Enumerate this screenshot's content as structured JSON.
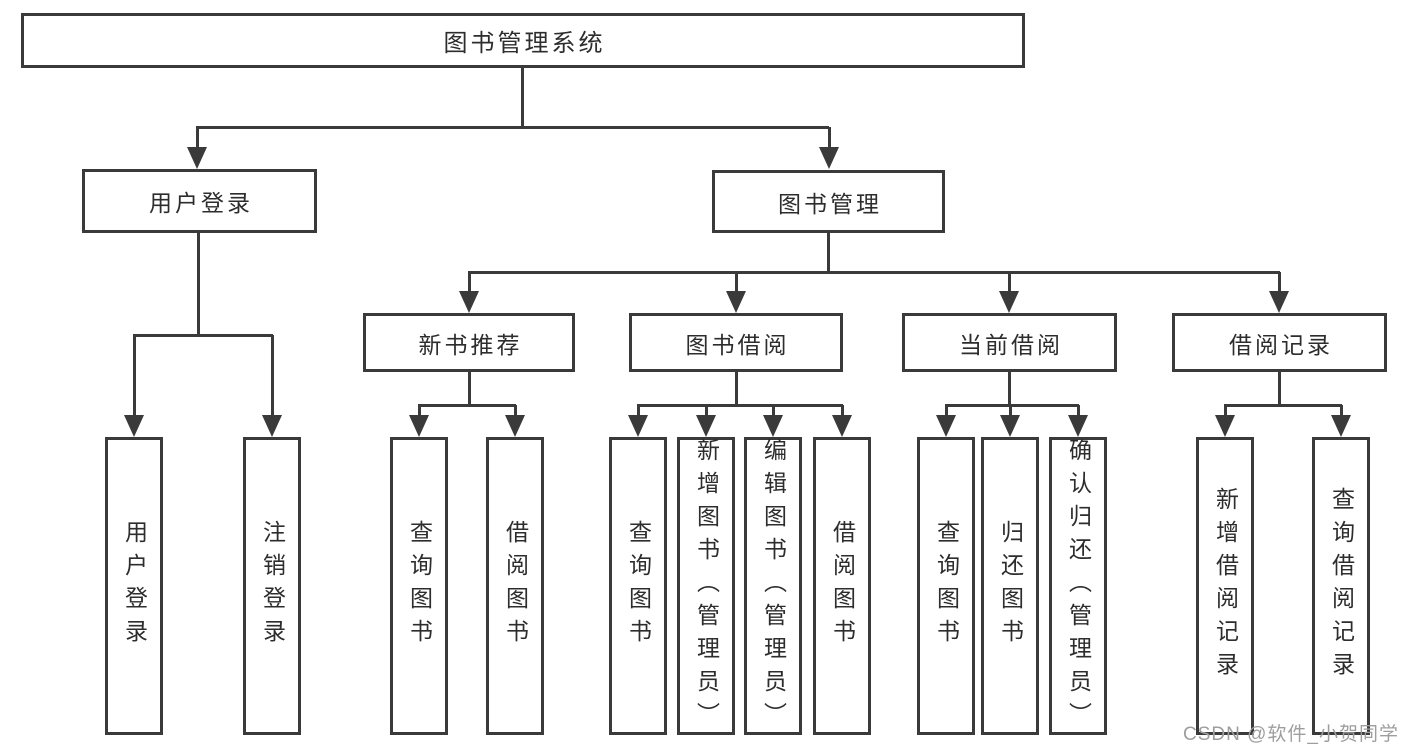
{
  "diagram": {
    "root": "图书管理系统",
    "level2": [
      {
        "label": "用户登录",
        "children": [
          "用户登录",
          "注销登录"
        ]
      },
      {
        "label": "图书管理"
      }
    ],
    "level3": [
      {
        "label": "新书推荐",
        "children": [
          "查询图书",
          "借阅图书"
        ]
      },
      {
        "label": "图书借阅",
        "children": [
          "查询图书",
          "新增图书（管理员）",
          "编辑图书（管理员）",
          "借阅图书"
        ]
      },
      {
        "label": "当前借阅",
        "children": [
          "查询图书",
          "归还图书",
          "确认归还（管理员）"
        ]
      },
      {
        "label": "借阅记录",
        "children": [
          "新增借阅记录",
          "查询借阅记录"
        ]
      }
    ]
  },
  "watermark": "CSDN @软件_小贺同学",
  "colors": {
    "line": "#3a3a3a",
    "text": "#2d2d2d",
    "watermark": "#9e9e9e",
    "background": "#ffffff"
  }
}
